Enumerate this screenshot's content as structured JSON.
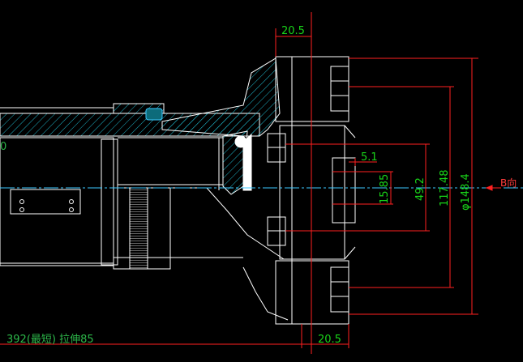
{
  "colors": {
    "background": "#000000",
    "outline": "#ffffff",
    "hatch": "#1fb5c9",
    "dimension_line": "#ff2020",
    "dimension_text": "#19d419",
    "centerline": "#3cc8ff",
    "note_text": "#2db84a"
  },
  "dimensions": {
    "top_width": "20.5",
    "bottom_width": "20.5",
    "small_step": "5.1",
    "bore": "15.85",
    "inner_bolt_circle": "49.2",
    "outer_bolt_circle": "117.48",
    "outer_diameter": "φ148.4"
  },
  "labels": {
    "view_direction": "B向",
    "left_edge_mark": "0",
    "bottom_note": "392(最短) 拉伸85"
  }
}
